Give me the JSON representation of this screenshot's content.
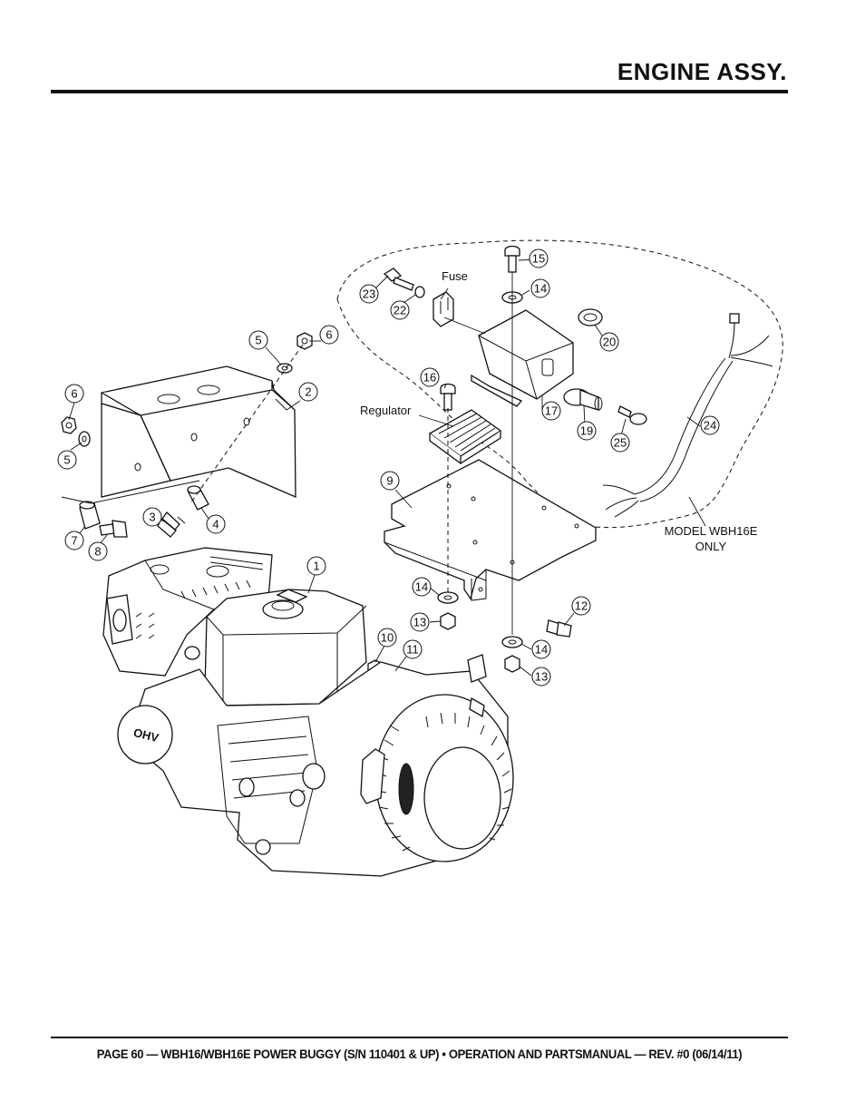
{
  "header": {
    "title": "ENGINE ASSY."
  },
  "footer": {
    "text": "PAGE 60 — WBH16/WBH16E POWER BUGGY (S/N 110401 & UP) • OPERATION AND PARTSMANUAL — REV. #0 (06/14/11)"
  },
  "diagram": {
    "labels": {
      "fuse": "Fuse",
      "regulator": "Regulator",
      "model_line1": "MODEL WBH16E",
      "model_line2": "ONLY"
    },
    "callouts": [
      {
        "id": "c1",
        "text": "1"
      },
      {
        "id": "c2",
        "text": "2"
      },
      {
        "id": "c3",
        "text": "3"
      },
      {
        "id": "c4",
        "text": "4"
      },
      {
        "id": "c5a",
        "text": "5"
      },
      {
        "id": "c5b",
        "text": "5"
      },
      {
        "id": "c6a",
        "text": "6"
      },
      {
        "id": "c6b",
        "text": "6"
      },
      {
        "id": "c7",
        "text": "7"
      },
      {
        "id": "c8",
        "text": "8"
      },
      {
        "id": "c9",
        "text": "9"
      },
      {
        "id": "c10",
        "text": "10"
      },
      {
        "id": "c11",
        "text": "11"
      },
      {
        "id": "c12",
        "text": "12"
      },
      {
        "id": "c13a",
        "text": "13"
      },
      {
        "id": "c13b",
        "text": "13"
      },
      {
        "id": "c14a",
        "text": "14"
      },
      {
        "id": "c14b",
        "text": "14"
      },
      {
        "id": "c14c",
        "text": "14"
      },
      {
        "id": "c15",
        "text": "15"
      },
      {
        "id": "c16",
        "text": "16"
      },
      {
        "id": "c17",
        "text": "17"
      },
      {
        "id": "c19",
        "text": "19"
      },
      {
        "id": "c20",
        "text": "20"
      },
      {
        "id": "c22",
        "text": "22"
      },
      {
        "id": "c23",
        "text": "23"
      },
      {
        "id": "c24",
        "text": "24"
      },
      {
        "id": "c25",
        "text": "25"
      }
    ]
  }
}
